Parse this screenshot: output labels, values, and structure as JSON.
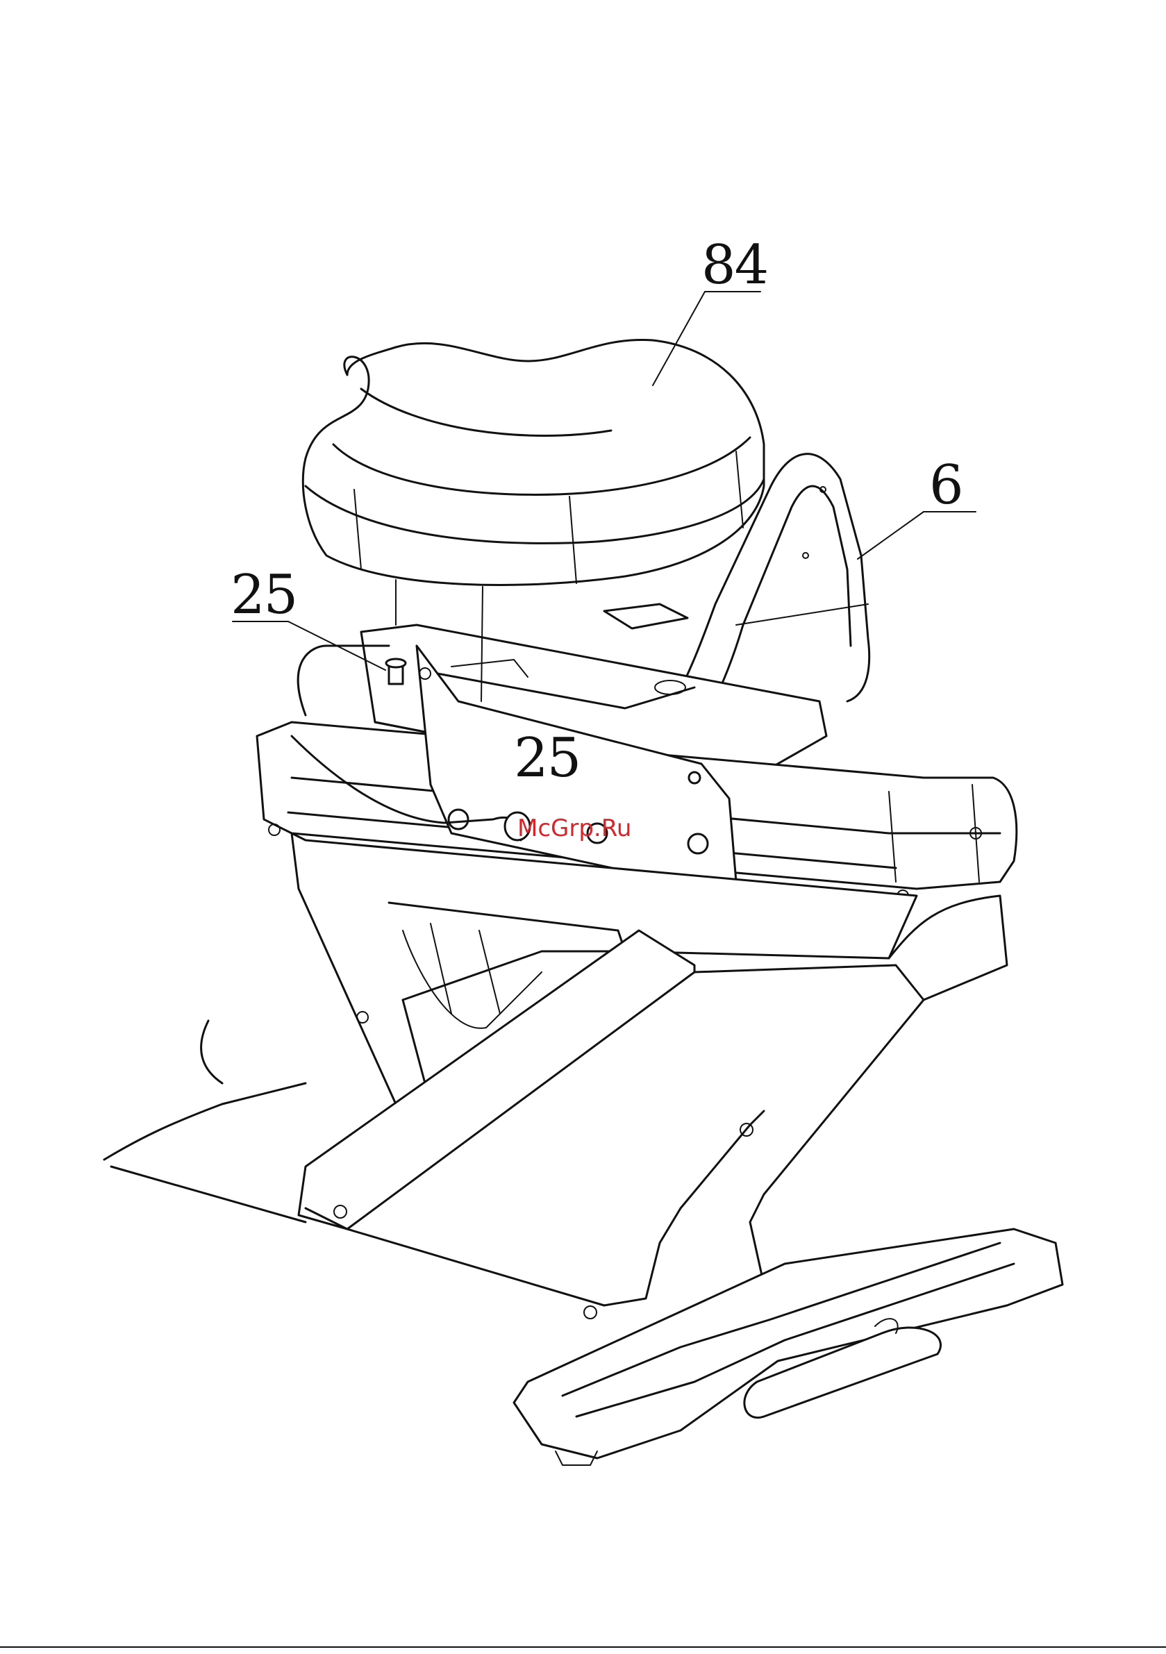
{
  "figure": {
    "callouts": [
      {
        "id": "seat",
        "label": "84"
      },
      {
        "id": "backrest-handle",
        "label": "6"
      },
      {
        "id": "screw-left",
        "label": "25"
      },
      {
        "id": "screw-right",
        "label": "25"
      }
    ],
    "watermark": "McGrp.Ru",
    "watermark_color": "#d9252a"
  }
}
